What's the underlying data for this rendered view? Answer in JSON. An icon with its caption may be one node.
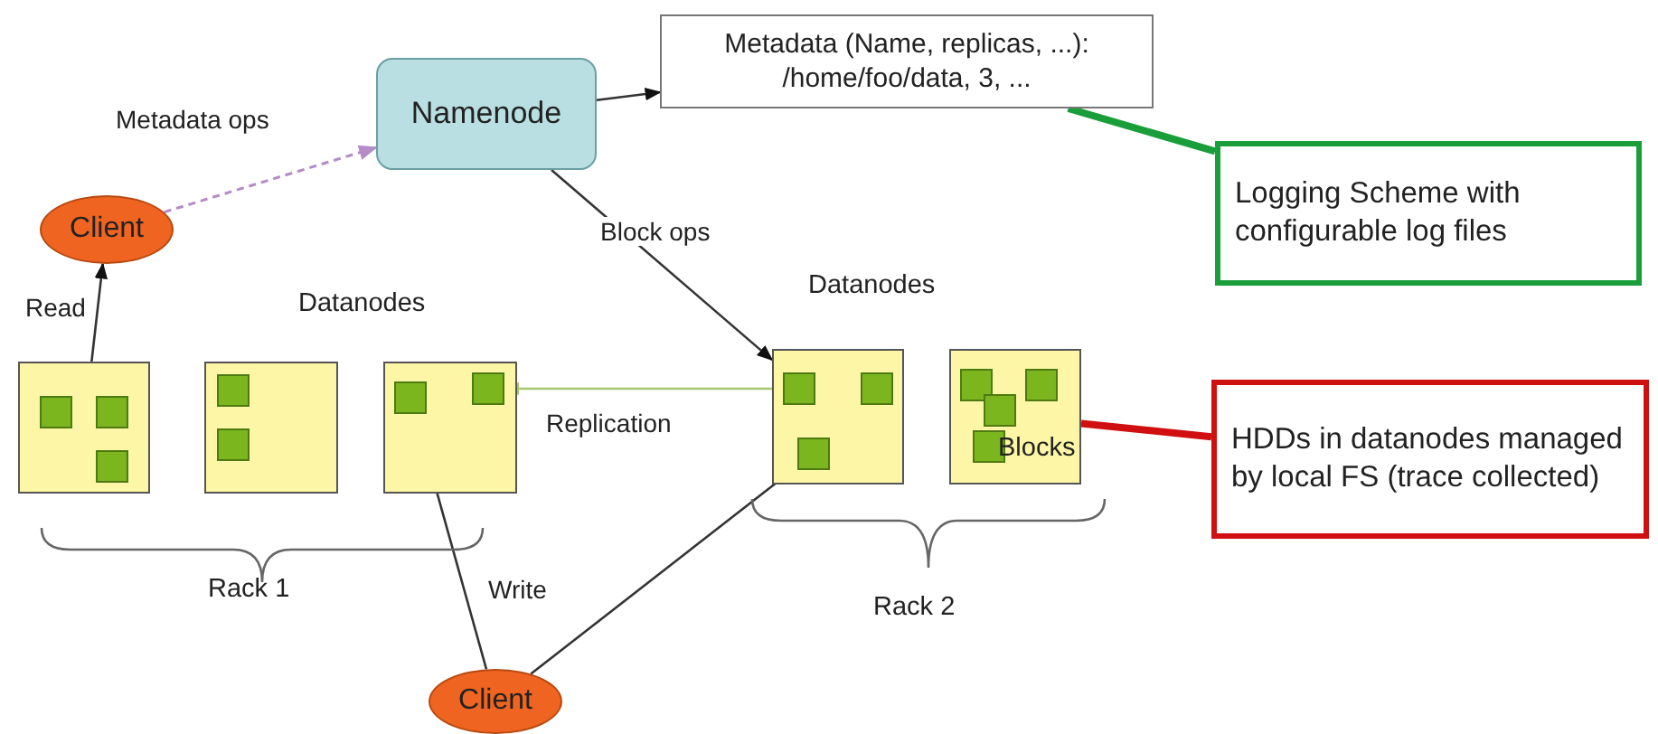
{
  "diagram": {
    "nodes": [
      {
        "text": [
          "Namenode"
        ]
      },
      {
        "text": [
          "Metadata (Name, replicas, ...): /home/foo/data, 3, ..."
        ]
      },
      {
        "text": [
          "Logging Scheme with configurable log files"
        ]
      },
      {
        "text": [
          "Client"
        ]
      },
      {
        "text": [],
        "shape": "box"
      },
      {
        "text": [],
        "shape": "box",
        "in": 4
      },
      {
        "text": [],
        "shape": "box",
        "in": 4
      },
      {
        "text": [],
        "shape": "box",
        "in": 4
      },
      {
        "text": [],
        "shape": "box"
      },
      {
        "text": [],
        "shape": "box",
        "in": 8
      },
      {
        "text": [],
        "shape": "box",
        "in": 8
      },
      {
        "text": [],
        "shape": "box"
      },
      {
        "text": [],
        "shape": "box",
        "in": 11
      },
      {
        "text": [],
        "shape": "box",
        "in": 11
      },
      {
        "text": [],
        "shape": "box"
      },
      {
        "text": [],
        "shape": "box",
        "in": 14
      },
      {
        "text": [],
        "shape": "box",
        "in": 14
      },
      {
        "text": [],
        "shape": "box",
        "in": 14
      },
      {
        "text": [],
        "shape": "box"
      },
      {
        "text": [],
        "shape": "box",
        "in": 18
      },
      {
        "text": [],
        "shape": "box",
        "in": 18
      },
      {
        "text": [],
        "shape": "box",
        "in": 18
      },
      {
        "text": [],
        "shape": "box",
        "in": 18
      },
      {
        "text": [
          "HDDs in datanodes managed by local FS (trace collected)"
        ]
      },
      {
        "text": [
          "Client"
        ]
      }
    ],
    "edges": [
      {
        "from": 3,
        "to": 0,
        "arrow": "to",
        "label": "Metadata ops",
        "style": "dashed",
        "color": "#b48cc8"
      },
      {
        "from": 0,
        "to": 1,
        "arrow": "to"
      },
      {
        "from": 0,
        "to": 14,
        "arrow": "to",
        "label": "Block ops"
      },
      {
        "from": 4,
        "to": 3,
        "arrow": "to",
        "label": "Read"
      },
      {
        "from": 15,
        "to": 13,
        "arrow": "to",
        "label": "Replication",
        "color": "#a8c870"
      },
      {
        "from": 24,
        "to": 12,
        "arrow": "to",
        "label": "Write"
      },
      {
        "from": 24,
        "to": 17,
        "arrow": "to"
      },
      {
        "from": 2,
        "to": 1,
        "arrow": "none",
        "style": "thick",
        "color": "#1a9e3a"
      },
      {
        "from": 23,
        "to": 18,
        "arrow": "none",
        "style": "thick",
        "color": "#d01010"
      }
    ],
    "labels": [
      "Datanodes",
      "Datanodes",
      "Blocks",
      "Rack 1",
      "Rack 2"
    ]
  }
}
